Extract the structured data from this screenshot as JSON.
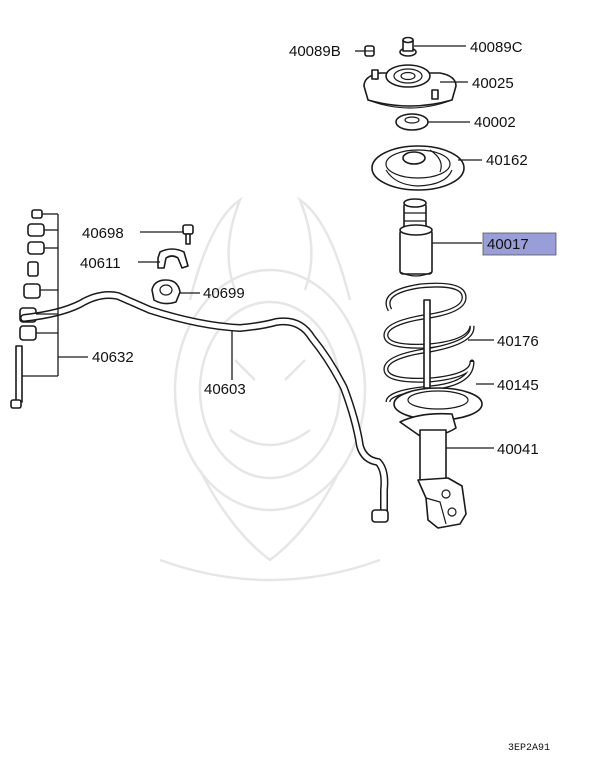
{
  "diagram": {
    "code": "3EP2A91",
    "highlight_color": "#9a9ed8",
    "labels": [
      {
        "id": "40089B",
        "text": "40089B"
      },
      {
        "id": "40089C",
        "text": "40089C"
      },
      {
        "id": "40025",
        "text": "40025"
      },
      {
        "id": "40002",
        "text": "40002"
      },
      {
        "id": "40162",
        "text": "40162"
      },
      {
        "id": "40017",
        "text": "40017",
        "highlighted": true
      },
      {
        "id": "40698",
        "text": "40698"
      },
      {
        "id": "40611",
        "text": "40611"
      },
      {
        "id": "40699",
        "text": "40699"
      },
      {
        "id": "40632",
        "text": "40632"
      },
      {
        "id": "40603",
        "text": "40603"
      },
      {
        "id": "40176",
        "text": "40176"
      },
      {
        "id": "40145",
        "text": "40145"
      },
      {
        "id": "40041",
        "text": "40041"
      }
    ]
  }
}
